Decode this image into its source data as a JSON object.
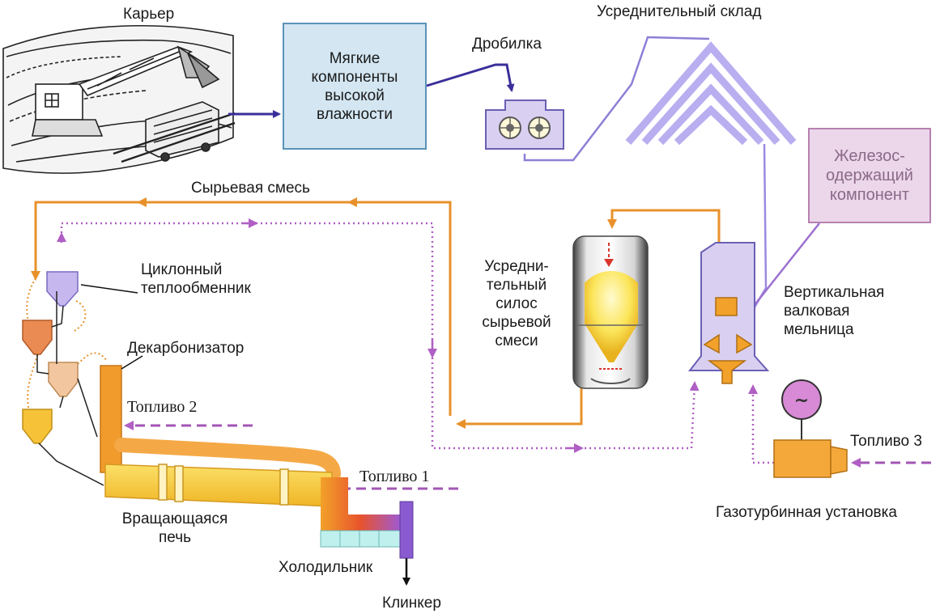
{
  "labels": {
    "quarry": "Карьер",
    "crusher": "Дробилка",
    "storage": "Усреднительный склад",
    "raw_mix": "Сырьевая смесь",
    "cyclone": "Циклонный\nтеплообменник",
    "decarbonizer": "Декарбонизатор",
    "fuel2": "Топливо 2",
    "fuel1": "Топливо 1",
    "fuel3": "Топливо 3",
    "kiln": "Вращающаяся\nпечь",
    "cooler": "Холодильник",
    "clinker": "Клинкер",
    "silo": "Усредни-\nтельный\nсилос\nсырьевой\nсмеси",
    "mill": "Вертикальная\nвалковая\nмельница",
    "turbine": "Газотурбинная установка"
  },
  "boxes": {
    "soft_components": "Мягкие\nкомпоненты\nвысокой\nвлажности",
    "iron_component": "Железос-\nодержащий\nкомпонент"
  },
  "colors": {
    "material_flow": "#e8912a",
    "gas_flow": "#b05fc4",
    "fuel": "#a355b5",
    "conveyor": "#3a2f9a",
    "storage": "#b8aef0",
    "kiln": "#f5c433",
    "cooler_grid": "#bff0ee"
  },
  "icons": {
    "turbine_generator": "~"
  }
}
